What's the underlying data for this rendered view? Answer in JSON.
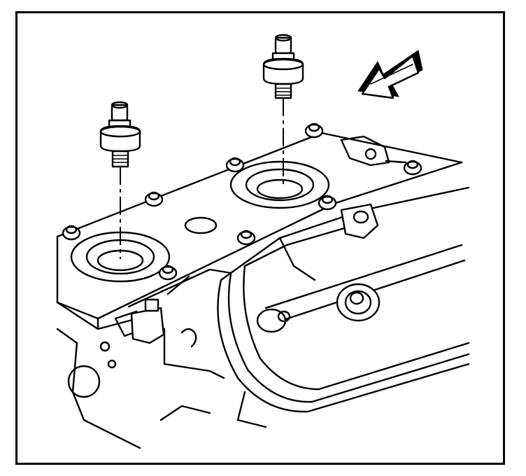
{
  "figure": {
    "kind": "technical-illustration",
    "components": [
      "engine-block",
      "cylinder-head",
      "knock-sensor-left",
      "knock-sensor-right",
      "sensor-bores",
      "head-bolts",
      "valve-cover",
      "direction-arrow"
    ],
    "colors": {
      "line": "#000000",
      "background": "#ffffff"
    },
    "arrow_direction": "down-left"
  }
}
